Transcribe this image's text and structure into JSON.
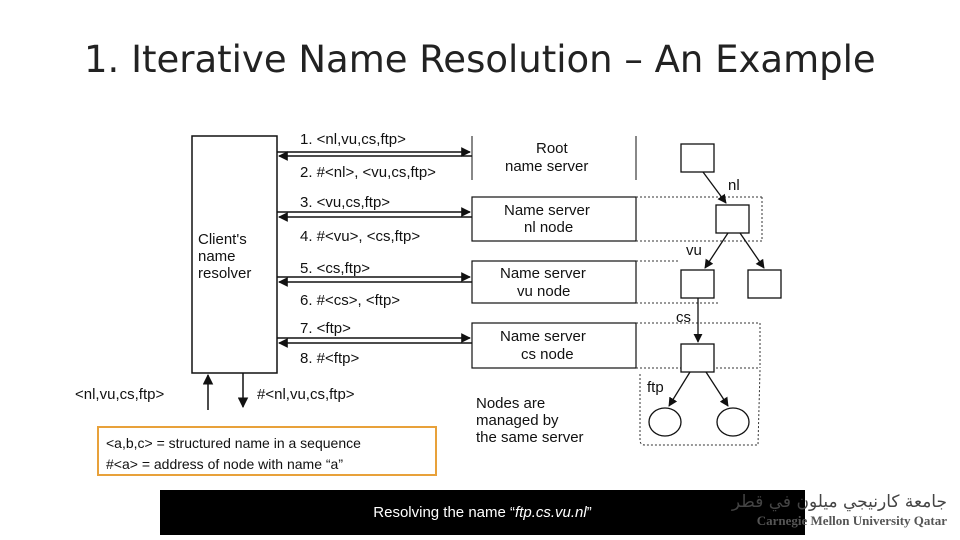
{
  "title": "1. Iterative Name Resolution – An Example",
  "diagram": {
    "client_label": [
      "Client's",
      "name",
      "resolver"
    ],
    "messages": [
      "1. <nl,vu,cs,ftp>",
      "2. #<nl>, <vu,cs,ftp>",
      "3. <vu,cs,ftp>",
      "4. #<vu>, <cs,ftp>",
      "5. <cs,ftp>",
      "6. #<cs>, <ftp>",
      "7. <ftp>",
      "8. #<ftp>"
    ],
    "servers": [
      [
        "Root",
        "name server"
      ],
      [
        "Name server",
        "nl node"
      ],
      [
        "Name server",
        "vu node"
      ],
      [
        "Name server",
        "cs node"
      ]
    ],
    "input_label": "<nl,vu,cs,ftp>",
    "output_label": "#<nl,vu,cs,ftp>",
    "tree_labels": {
      "nl": "nl",
      "vu": "vu",
      "cs": "cs",
      "ftp": "ftp"
    },
    "tree_note": [
      "Nodes are",
      "managed by",
      "the same server"
    ]
  },
  "legend": {
    "line1": "<a,b,c> = structured name in a sequence",
    "line2": "#<a> = address of node with name “a”"
  },
  "caption": {
    "prefix": "Resolving the name “",
    "name": "ftp.cs.vu.nl",
    "suffix": "”"
  },
  "logo": {
    "arabic": "جامعة كارنيجي ميلون في قطر",
    "english": "Carnegie Mellon University Qatar"
  }
}
